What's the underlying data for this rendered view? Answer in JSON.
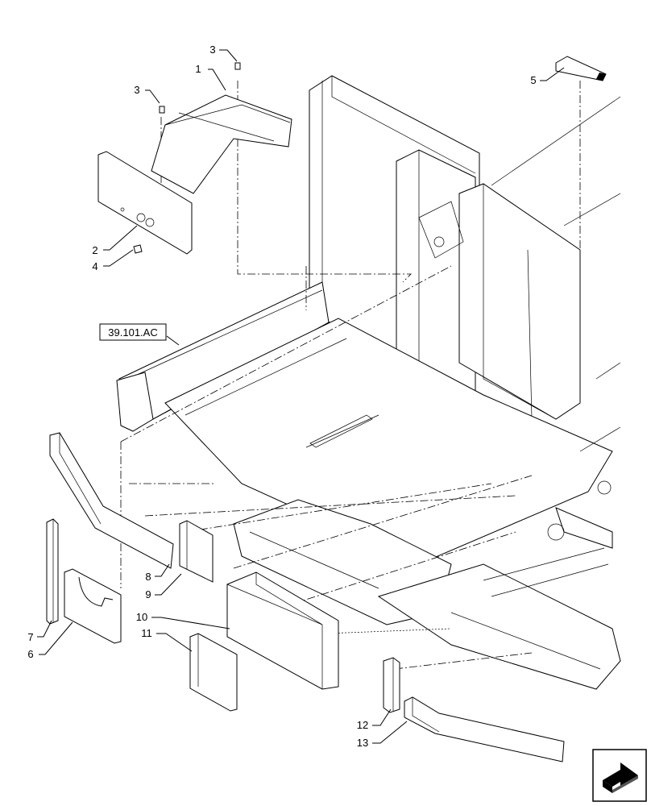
{
  "diagram": {
    "reference_label": "39.101.AC",
    "callouts": [
      {
        "id": "c1",
        "label": "1"
      },
      {
        "id": "c2",
        "label": "2"
      },
      {
        "id": "c3a",
        "label": "3"
      },
      {
        "id": "c3b",
        "label": "3"
      },
      {
        "id": "c4",
        "label": "4"
      },
      {
        "id": "c5",
        "label": "5"
      },
      {
        "id": "c6",
        "label": "6"
      },
      {
        "id": "c7",
        "label": "7"
      },
      {
        "id": "c8",
        "label": "8"
      },
      {
        "id": "c9",
        "label": "9"
      },
      {
        "id": "c10",
        "label": "10"
      },
      {
        "id": "c11",
        "label": "11"
      },
      {
        "id": "c12",
        "label": "12"
      },
      {
        "id": "c13",
        "label": "13"
      }
    ],
    "nav_icon": "next-page-arrow-icon"
  }
}
